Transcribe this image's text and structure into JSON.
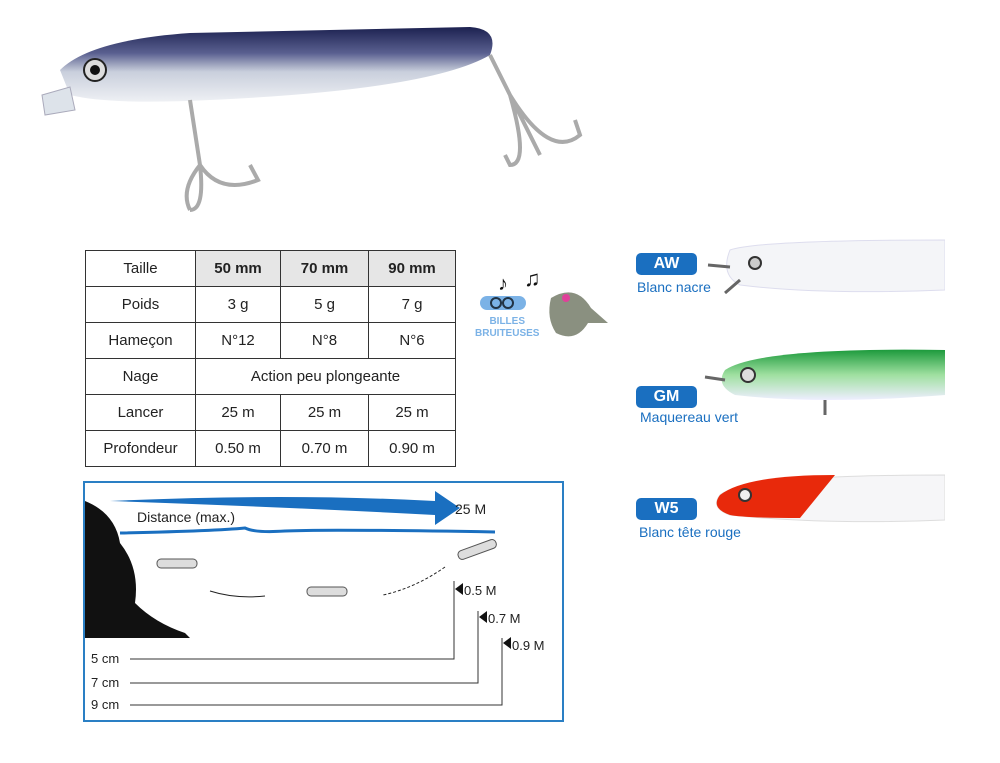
{
  "table": {
    "rows": [
      {
        "label": "Taille",
        "values": [
          "50 mm",
          "70 mm",
          "90 mm"
        ]
      },
      {
        "label": "Poids",
        "values": [
          "3 g",
          "5 g",
          "7 g"
        ]
      },
      {
        "label": "Hameçon",
        "values": [
          "N°12",
          "N°8",
          "N°6"
        ]
      },
      {
        "label": "Nage",
        "span": "Action peu plongeante"
      },
      {
        "label": "Lancer",
        "values": [
          "25 m",
          "25 m",
          "25 m"
        ]
      },
      {
        "label": "Profondeur",
        "values": [
          "0.50 m",
          "0.70 m",
          "0.90 m"
        ]
      }
    ]
  },
  "billes": {
    "line1": "BILLES",
    "line2": "BRUITEUSES"
  },
  "diagram": {
    "distance_label": "Distance (max.)",
    "distance_value": "25 M",
    "depths": [
      "0.5 M",
      "0.7 M",
      "0.9 M"
    ],
    "sizes": [
      "5 cm",
      "7 cm",
      "9 cm"
    ]
  },
  "colors": [
    {
      "code": "AW",
      "name": "Blanc nacre"
    },
    {
      "code": "GM",
      "name": "Maquereau vert"
    },
    {
      "code": "W5",
      "name": "Blanc tête rouge"
    }
  ],
  "accent": "#1a6fc0"
}
